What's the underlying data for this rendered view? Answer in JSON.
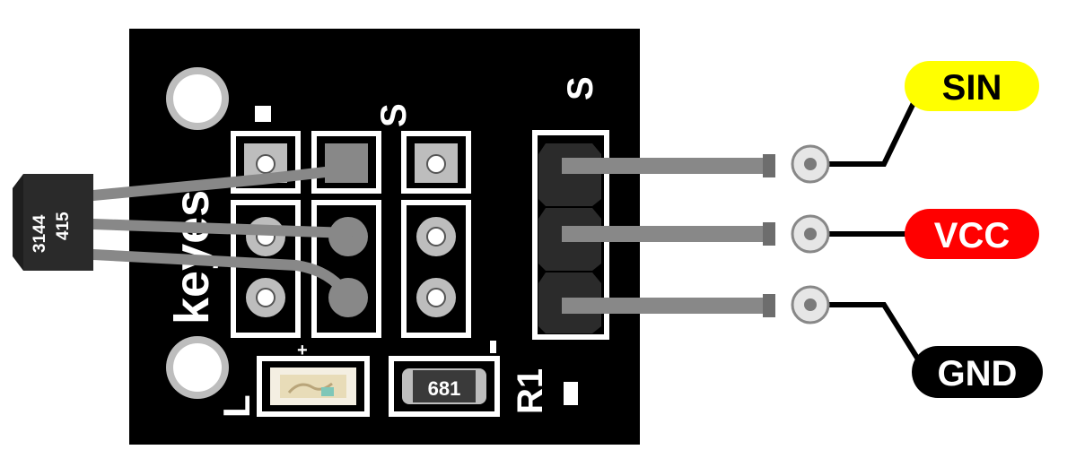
{
  "diagram": {
    "board": {
      "brand": "keyes",
      "marks": {
        "minus_left": "-",
        "signal_mid": "S",
        "signal_header": "S",
        "plus_led": "+",
        "minus_led": "-",
        "led_label": "L",
        "resistor_ref": "R1",
        "minus_bottom": "-"
      },
      "sensor": {
        "line1": "3144",
        "line2": "415"
      },
      "resistor_value": "681"
    },
    "pins": [
      {
        "label": "SIN",
        "color": "#ffff00",
        "text_color": "#000000"
      },
      {
        "label": "VCC",
        "color": "#ff0000",
        "text_color": "#ffffff"
      },
      {
        "label": "GND",
        "color": "#000000",
        "text_color": "#ffffff"
      }
    ]
  }
}
